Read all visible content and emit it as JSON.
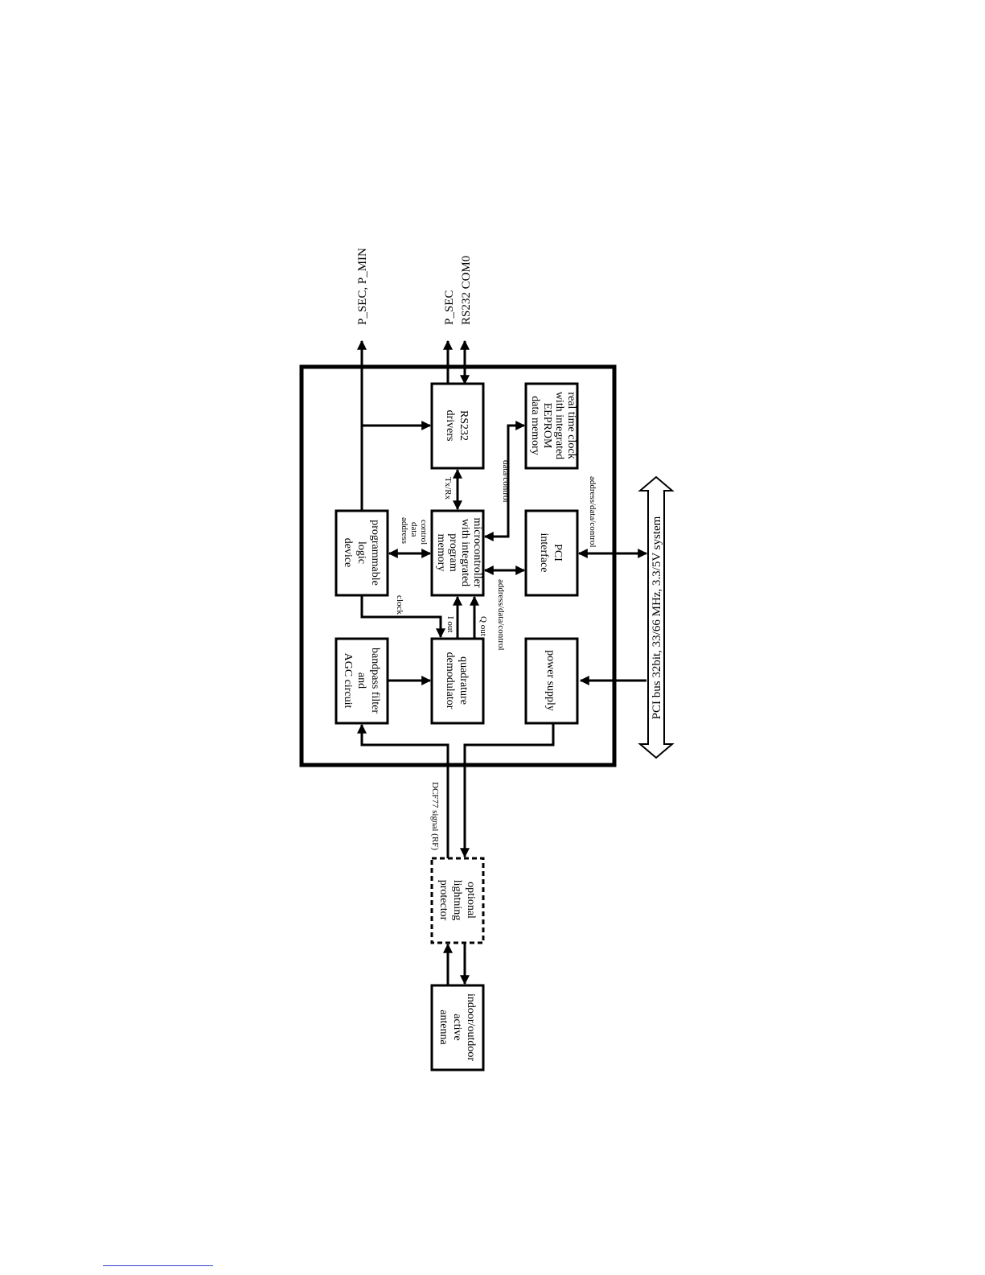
{
  "blocks": {
    "programmable_logic": [
      "programmable",
      "logic",
      "device"
    ],
    "bandpass_filter": [
      "bandpass filter",
      "and",
      "AGC circuit"
    ],
    "rs232_drivers": [
      "RS232",
      "drivers"
    ],
    "microcontroller": [
      "microcontroller",
      "with integrated",
      "program",
      "memory"
    ],
    "quadrature_demodulator": [
      "quadrature",
      "demodulator"
    ],
    "real_time_clock": [
      "real time clock",
      "with integrated",
      "EEPROM",
      "data memory"
    ],
    "pci_interface": [
      "PCI",
      "interface"
    ],
    "power_supply": [
      "power supply"
    ],
    "lightning_protector": [
      "optional",
      "lightning",
      "protector"
    ],
    "antenna": [
      "indoor/outdoor",
      "active",
      "antenna"
    ]
  },
  "signals": {
    "p_sec_p_min": "P_SEC, P_MIN",
    "p_sec": "P_SEC",
    "rs232_com0": "RS232 COM0",
    "address_data_control_stack": [
      "address",
      "data",
      "control"
    ],
    "txrx": "Tx/Rx",
    "data_control": "data/control",
    "clock": "clock",
    "i_out": "I out",
    "q_out": "Q out",
    "address_data_control_mcu_pci": "address/data/control",
    "address_data_control_bus": "address/data/control",
    "dcf77_signal": "DCF77 signal (RF)"
  },
  "bus_label": "PCI bus 32bit, 33/66 MHz, 3.3/5V system"
}
